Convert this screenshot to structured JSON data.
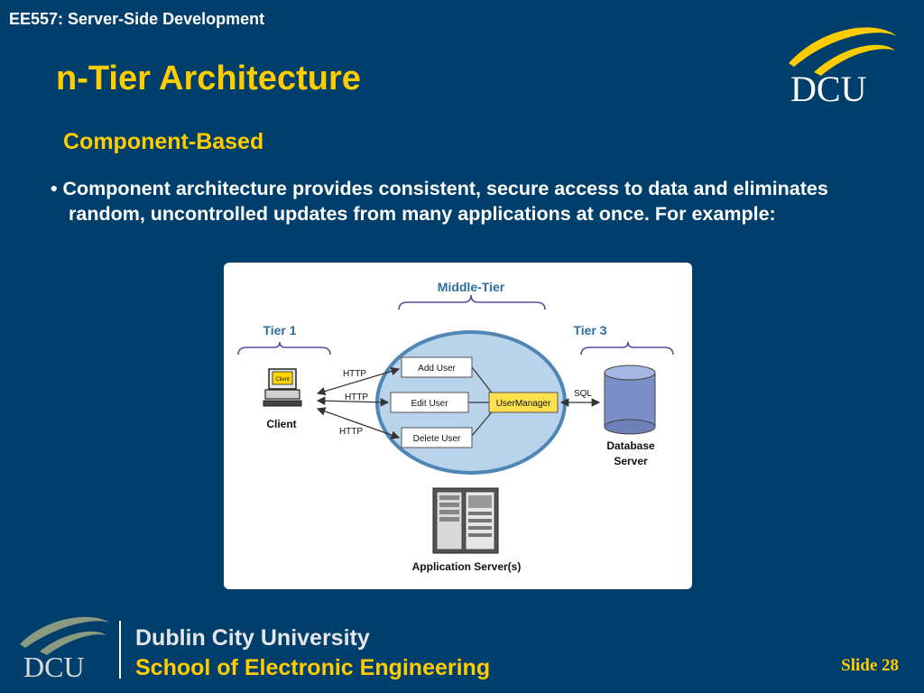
{
  "header": {
    "course": "EE557: Server-Side Development",
    "title": "n-Tier Architecture",
    "subtitle": "Component-Based"
  },
  "bullet": "• Component architecture provides consistent, secure access to data and eliminates random, uncontrolled updates from many applications at once.  For example:",
  "logo": {
    "text": "DCU"
  },
  "diagram": {
    "middle_tier": "Middle-Tier",
    "tier1": "Tier 1",
    "tier3": "Tier 3",
    "client_screen": "Client",
    "client_label": "Client",
    "http1": "HTTP",
    "http2": "HTTP",
    "http3": "HTTP",
    "add_user": "Add User",
    "edit_user": "Edit User",
    "delete_user": "Delete User",
    "user_manager": "UserManager",
    "sql": "SQL",
    "db_line1": "Database",
    "db_line2": "Server",
    "app_server": "Application Server(s)"
  },
  "footer": {
    "logo_text": "DCU",
    "university": "Dublin City University",
    "school": "School of Electronic Engineering",
    "slide": "Slide 28"
  },
  "colors": {
    "background": "#003f6b",
    "accent": "#ffcc00",
    "ellipse": "#b9d3ea",
    "highlight_box": "#ffe14d",
    "tier_label": "#2e6e9e"
  }
}
